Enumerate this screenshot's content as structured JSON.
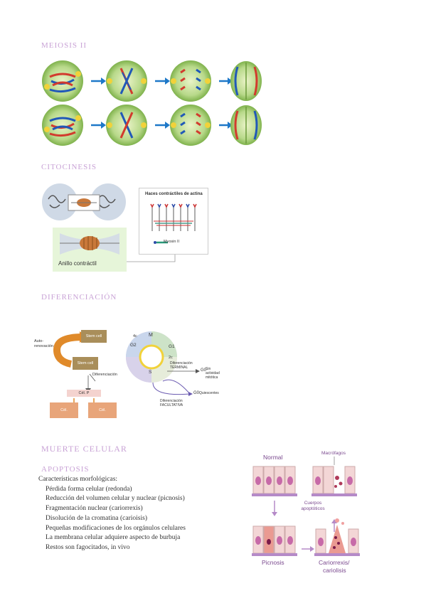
{
  "headings": {
    "meiosis": "MEIOSIS II",
    "citocinesis": "CITOCINESIS",
    "diferenciacion": "DIFERENCIACIÓN",
    "muerte": "MUERTE CELULAR",
    "apoptosis": "APOPTOSIS"
  },
  "citocinesis": {
    "ring_label": "Anillo contráctil",
    "actin_title": "Haces contráctiles de actina",
    "myosin_label": "Myosin II"
  },
  "diferenciacion": {
    "autorenovacion": "Auto-renovación",
    "stem1": "Stem cell",
    "stem2": "Stem cell",
    "diferenciacion_label": "Diferenciación",
    "celp": "Cél. P",
    "cel1": "Cél.",
    "cel2": "Cél.",
    "phases": [
      "M",
      "G2",
      "G1",
      "S",
      "2c",
      "4c"
    ],
    "terminal": "Diferenciación TERMINAL",
    "g0_top": "G0",
    "sin_actividad": "Sin actividad mitótica",
    "g0_bottom": "G0",
    "quiescentes": "Quiescentes",
    "facultativa": "Diferenciación FACULTATIVA"
  },
  "apoptosis": {
    "intro": "Características morfológicas:",
    "items": [
      "Pérdida forma celular (redonda)",
      "Reducción del volumen celular y nuclear (picnosis)",
      "Fragmentación nuclear (cariorrexis)",
      "Disolución de la cromatina (carioisis)",
      "Pequeñas modificaciones de los orgánulos celulares",
      "La membrana celular adquiere aspecto de burbuja",
      "Restos son fagocitados, in vivo"
    ],
    "figure": {
      "normal": "Normal",
      "macrofagos": "Macrófagos",
      "cuerpos": "Cuerpos apoptóticos",
      "picnosis": "Picnosis",
      "cariorrexis": "Cariorrexis/",
      "cariolisis": "cariolisis"
    }
  },
  "colors": {
    "heading": "#c9a3d6",
    "cell_green": "#8fbf5a",
    "arrow_blue": "#1e78c8",
    "apoptosis_purple": "#7b4a8f"
  }
}
